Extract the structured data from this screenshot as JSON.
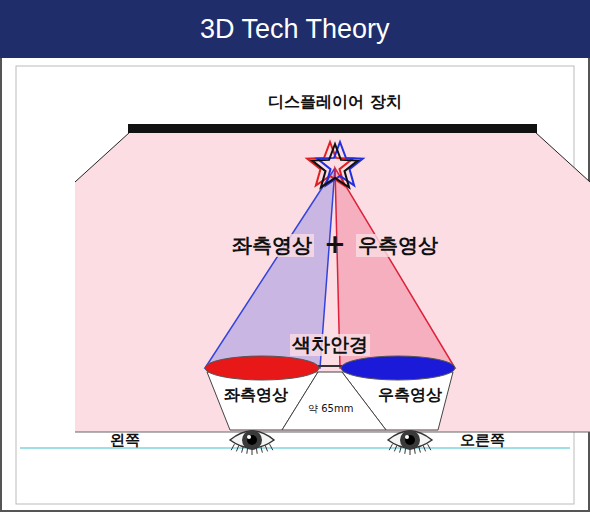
{
  "diagram": {
    "title": "3D Tech Theory",
    "labels": [
      "디스플레이어 장치",
      "좌측영상",
      "+",
      "우측영상",
      "색차안경",
      "좌측영상",
      "약 65mm",
      "우측영상",
      "왼쪽",
      "오른쪽"
    ]
  }
}
